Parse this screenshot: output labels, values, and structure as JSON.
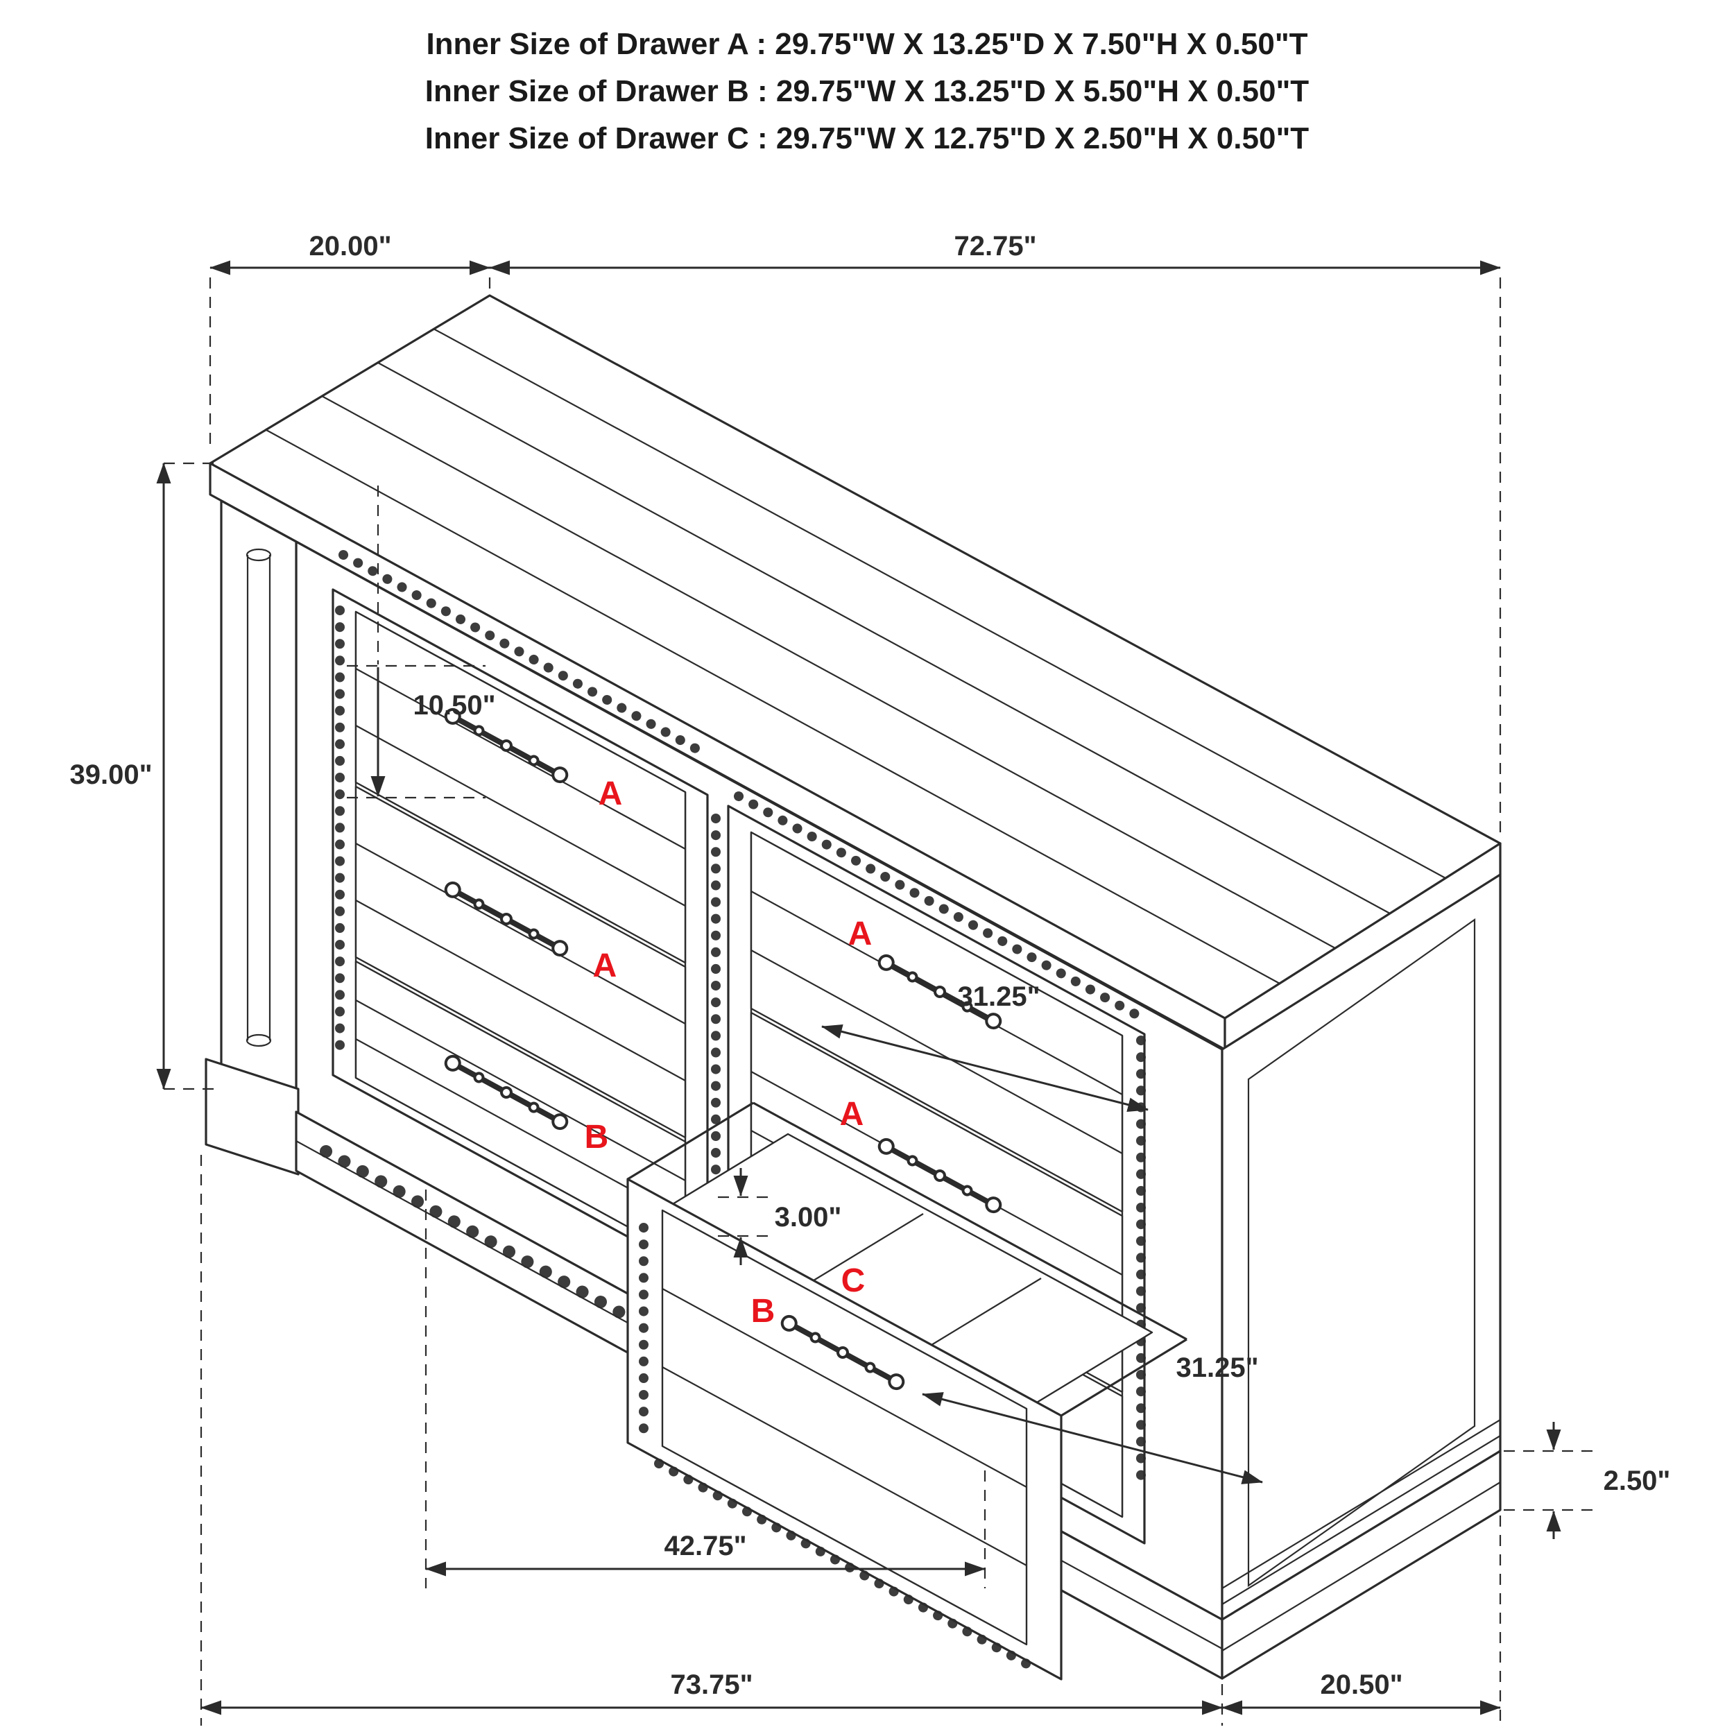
{
  "header": {
    "lines": [
      "Inner Size of Drawer A : 29.75\"W X 13.25\"D X 7.50\"H X 0.50\"T",
      "Inner Size of Drawer B : 29.75\"W X 13.25\"D X 5.50\"H X 0.50\"T",
      "Inner Size of Drawer C : 29.75\"W X 12.75\"D X 2.50\"H X 0.50\"T"
    ]
  },
  "dims": {
    "top_depth": "20.00\"",
    "top_width": "72.75\"",
    "height": "39.00\"",
    "drawer_opening_height": "10.50\"",
    "drawer_width_right": "31.25\"",
    "gap_height": "3.00\"",
    "drawer_width_bottom": "31.25\"",
    "base_height": "2.50\"",
    "opening_width": "42.75\"",
    "total_width": "73.75\"",
    "total_depth": "20.50\""
  },
  "labels": {
    "a": "A",
    "b": "B",
    "c": "C"
  },
  "colors": {
    "line": "#2b2b2b",
    "red": "#e8151c",
    "bg": "#ffffff"
  }
}
